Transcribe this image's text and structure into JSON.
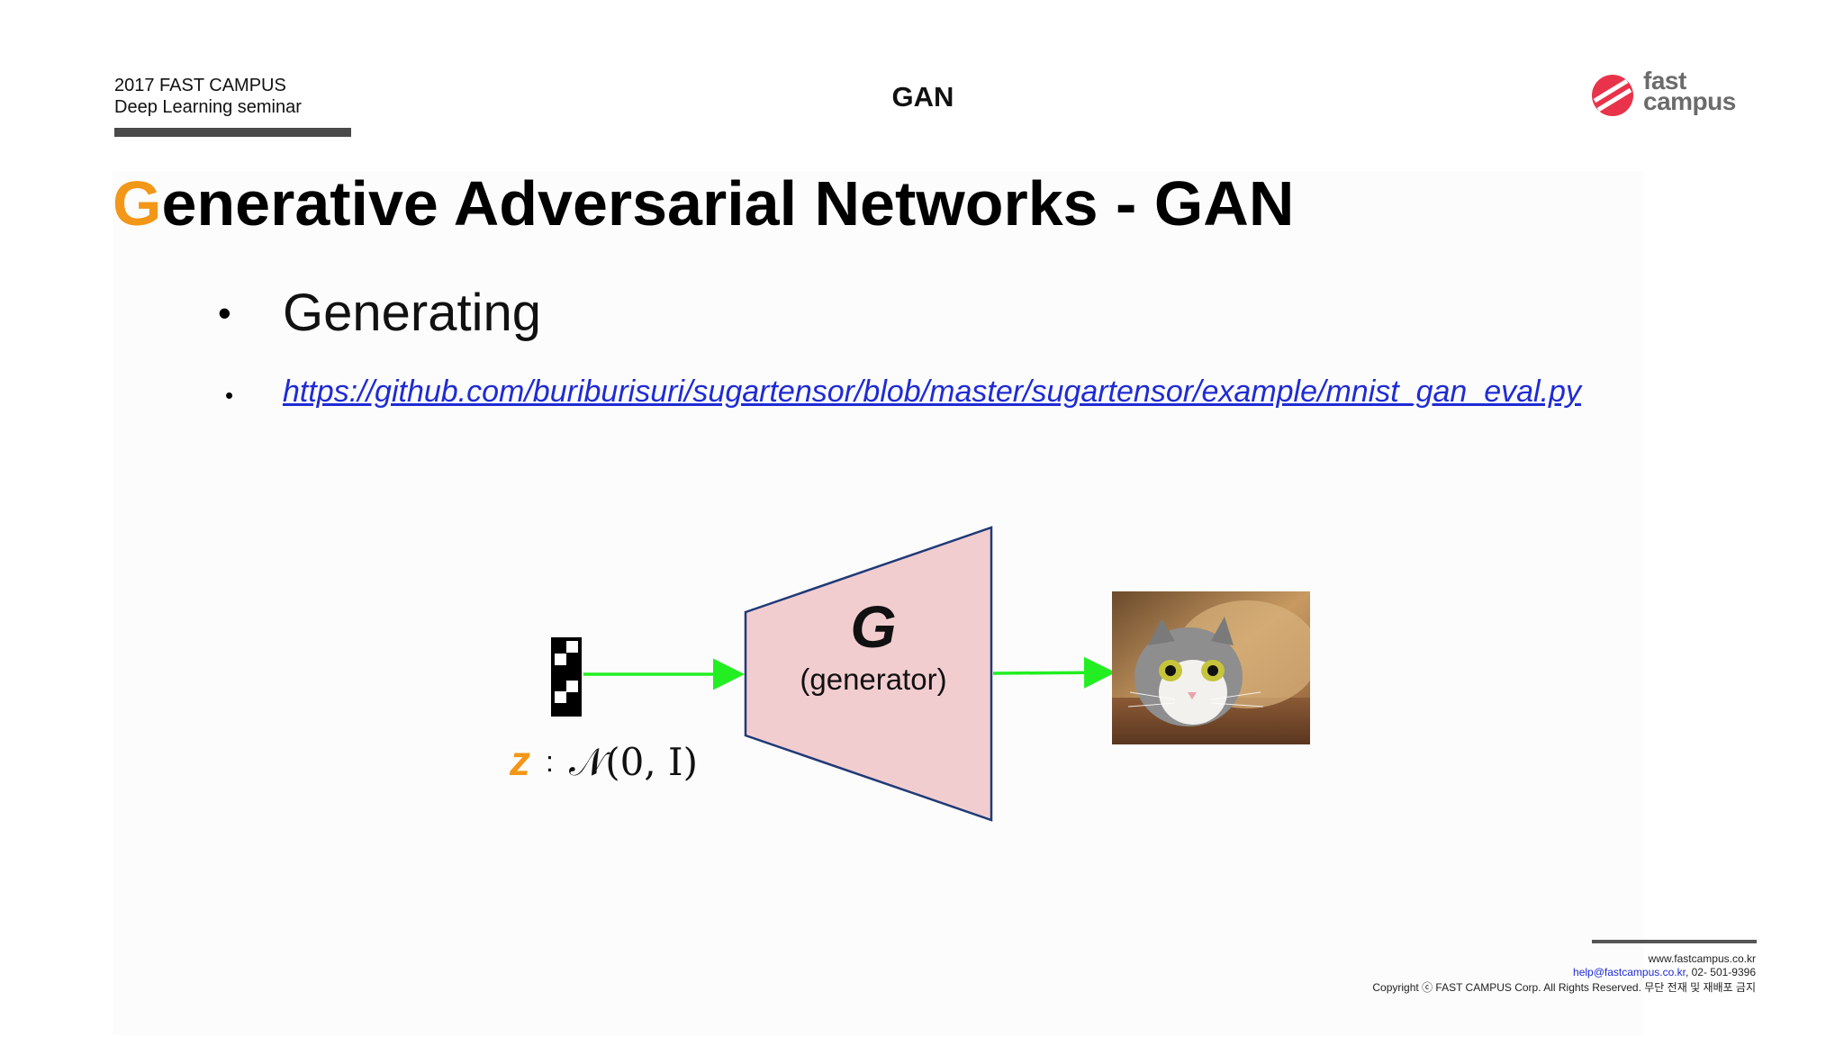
{
  "header": {
    "line1": "2017 FAST CAMPUS",
    "line2": "Deep Learning seminar",
    "section_title": "GAN",
    "logo_text_1": "fast",
    "logo_text_2": "campus"
  },
  "title": {
    "accent_letter": "G",
    "rest": "enerative Adversarial Networks - GAN"
  },
  "bullets": {
    "bullet_symbol": "•",
    "item1": "Generating",
    "item2_link": "https://github.com/buriburisuri/sugartensor/blob/master/sugartensor/example/mnist_gan_eval.py"
  },
  "diagram": {
    "generator_letter": "G",
    "generator_label": "(generator)",
    "z_symbol": "z",
    "z_colon": ":",
    "z_distribution": "𝒩(0, I)",
    "colors": {
      "generator_fill": "#f2cdcf",
      "generator_stroke": "#1f3a77",
      "arrow": "#22ee22",
      "accent": "#f29718"
    }
  },
  "footer": {
    "website": "www.fastcampus.co.kr",
    "email": "help@fastcampus.co.kr",
    "phone": ", 02- 501-9396",
    "copyright": "Copyright ⓒ FAST CAMPUS Corp.  All Rights Reserved. 무단 전재 및 재배포 금지"
  }
}
